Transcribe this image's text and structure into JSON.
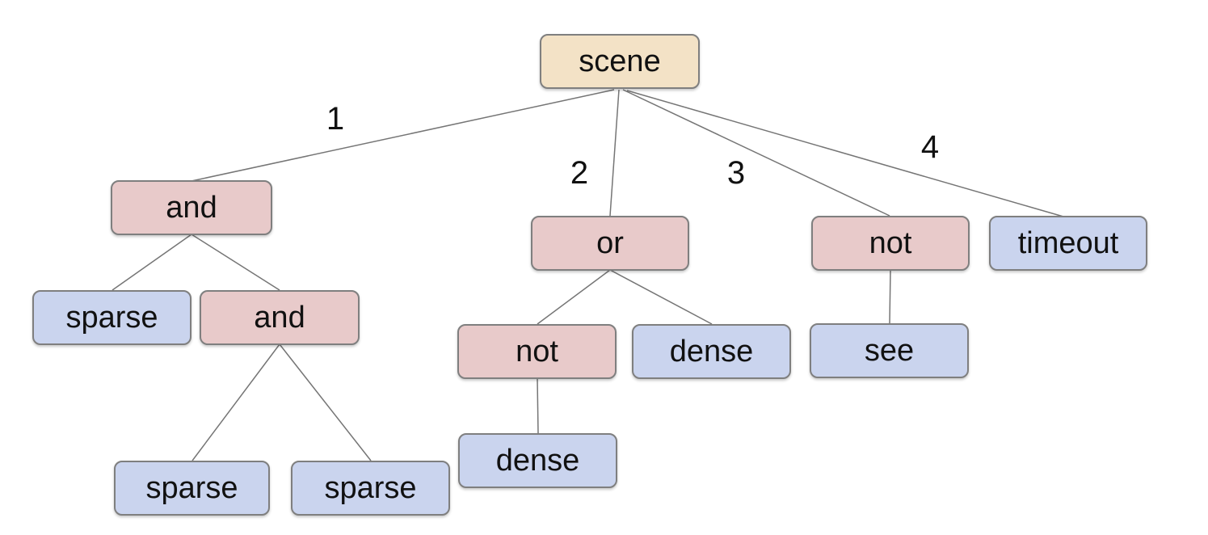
{
  "diagram": {
    "kind": "tree",
    "root": "scene"
  },
  "colors": {
    "background": "#ffffff",
    "root_fill": "#f3e2c6",
    "operator_fill": "#e8caca",
    "leaf_fill": "#cad4ee",
    "node_border": "#7f7f7f",
    "edge_line": "#757575",
    "text": "#111111"
  },
  "nodes": [
    {
      "id": "scene",
      "label": "scene",
      "kind": "root"
    },
    {
      "id": "and-1",
      "label": "and",
      "kind": "operator"
    },
    {
      "id": "or-1",
      "label": "or",
      "kind": "operator"
    },
    {
      "id": "not-1",
      "label": "not",
      "kind": "operator"
    },
    {
      "id": "timeout-1",
      "label": "timeout",
      "kind": "leaf"
    },
    {
      "id": "sparse-1",
      "label": "sparse",
      "kind": "leaf"
    },
    {
      "id": "and-2",
      "label": "and",
      "kind": "operator"
    },
    {
      "id": "not-2",
      "label": "not",
      "kind": "operator"
    },
    {
      "id": "dense-1",
      "label": "dense",
      "kind": "leaf"
    },
    {
      "id": "see-1",
      "label": "see",
      "kind": "leaf"
    },
    {
      "id": "sparse-2",
      "label": "sparse",
      "kind": "leaf"
    },
    {
      "id": "sparse-3",
      "label": "sparse",
      "kind": "leaf"
    },
    {
      "id": "dense-2",
      "label": "dense",
      "kind": "leaf"
    }
  ],
  "edges": [
    {
      "from": "scene",
      "to": "and-1",
      "label": "1"
    },
    {
      "from": "scene",
      "to": "or-1",
      "label": "2"
    },
    {
      "from": "scene",
      "to": "not-1",
      "label": "3"
    },
    {
      "from": "scene",
      "to": "timeout-1",
      "label": "4"
    },
    {
      "from": "and-1",
      "to": "sparse-1"
    },
    {
      "from": "and-1",
      "to": "and-2"
    },
    {
      "from": "and-2",
      "to": "sparse-2"
    },
    {
      "from": "and-2",
      "to": "sparse-3"
    },
    {
      "from": "or-1",
      "to": "not-2"
    },
    {
      "from": "or-1",
      "to": "dense-1"
    },
    {
      "from": "not-2",
      "to": "dense-2"
    },
    {
      "from": "not-1",
      "to": "see-1"
    }
  ]
}
